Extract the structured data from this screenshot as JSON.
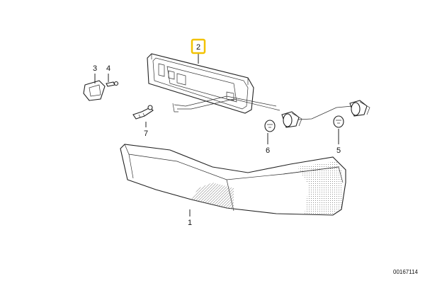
{
  "diagram": {
    "callouts": {
      "c1": "1",
      "c2": "2",
      "c3": "3",
      "c4": "4",
      "c5": "5",
      "c6": "6",
      "c7": "7"
    },
    "highlight_color": "#f2c200",
    "drawing_code": "00167114"
  }
}
